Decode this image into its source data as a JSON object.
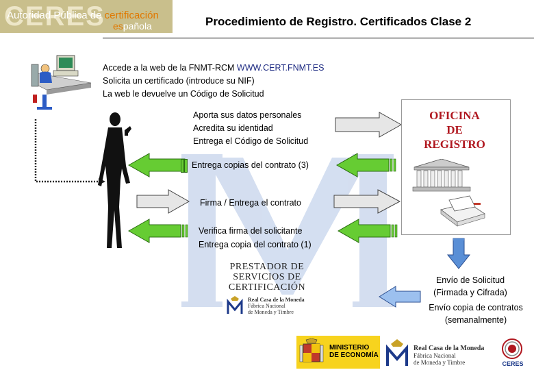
{
  "title": "Procedimiento de Registro. Certificados Clase 2",
  "logo": {
    "brand": "CERES",
    "line1_a": "Autoridad Pública de ",
    "line1_b": "certificación",
    "line2_a": "es",
    "line2_b": "pañola"
  },
  "steps_top": {
    "line1_a": "Accede a la web de la FNMT-RCM ",
    "line1_url": "WWW.CERT.FNMT.ES",
    "line2": "Solicita un certificado (introduce su NIF)",
    "line3": "La web le devuelve un Código de Solicitud"
  },
  "step_datos": {
    "line1": "Aporta sus datos personales",
    "line2": "Acredita su identidad",
    "line3": "Entrega el Código de Solicitud"
  },
  "step_copias": "Entrega copias del contrato (3)",
  "step_firma": "Firma / Entrega el contrato",
  "step_verifica": {
    "line1": "Verifica firma del solicitante",
    "line2": "Entrega copia del contrato (1)"
  },
  "oficina": {
    "line1": "OFICINA",
    "line2": "DE",
    "line3": "REGISTRO"
  },
  "prestador": {
    "line1": "PRESTADOR DE",
    "line2": "SERVICIOS DE",
    "line3": "CERTIFICACIÓN"
  },
  "real_casa": {
    "line1": "Real Casa de la Moneda",
    "line2": "Fábrica Nacional",
    "line3": "de Moneda y Timbre"
  },
  "envio_solicitud": {
    "line1": "Envío de Solicitud",
    "line2": "(Firmada y Cifrada)"
  },
  "envio_contratos": {
    "line1": "Envío copia de contratos",
    "line2": "(semanalmente)"
  },
  "footer": {
    "ministerio_line1": "MINISTERIO",
    "ministerio_line2": "DE ECONOMÍA",
    "rcm_line1": "Real Casa de la Moneda",
    "rcm_line2": "Fábrica Nacional",
    "rcm_line3": "de Moneda y Timbre",
    "ceres": "CERES"
  },
  "colors": {
    "arrow_fill": "#66cc33",
    "arrow_gray": "#e6e6e6",
    "arrow_blue": "#5a8fd6",
    "accent_red": "#b0171f",
    "watermark": "#c6d4ec"
  }
}
